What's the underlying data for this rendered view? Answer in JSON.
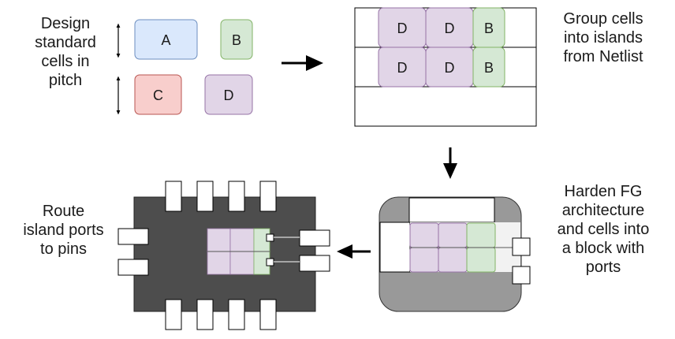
{
  "colors": {
    "cell_a": "#dae8fc",
    "cell_a_border": "#6c8ebf",
    "cell_b": "#d5e8d4",
    "cell_b_border": "#82b366",
    "cell_c": "#f8cecc",
    "cell_c_border": "#b85450",
    "cell_d": "#e1d5e7",
    "cell_d_border": "#9673a6",
    "chip_dark": "#4d4d4d",
    "block_gray": "#999999"
  },
  "step1": {
    "caption": "Design\nstandard\ncells in\npitch",
    "cells": [
      "A",
      "B",
      "C",
      "D"
    ]
  },
  "step2": {
    "caption": "Group cells\ninto islands\nfrom Netlist",
    "row1": [
      "D",
      "D",
      "B"
    ],
    "row2": [
      "D",
      "D",
      "B"
    ]
  },
  "step3": {
    "caption": "Harden FG\narchitecture\nand cells into\na block with\nports"
  },
  "step4": {
    "caption": "Route\nisland ports\nto pins"
  }
}
